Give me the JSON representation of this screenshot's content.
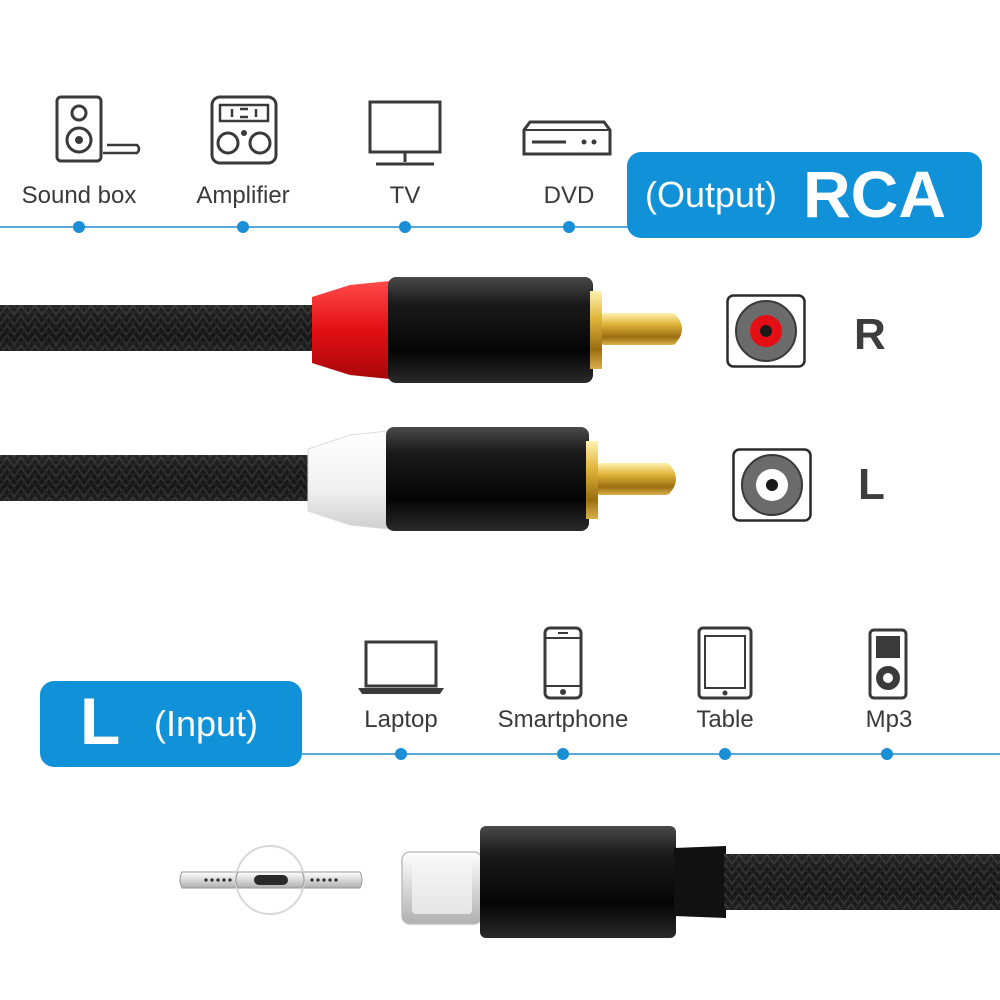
{
  "output_devices": [
    {
      "label": "Sound box",
      "icon": "speaker-icon"
    },
    {
      "label": "Amplifier",
      "icon": "amplifier-icon"
    },
    {
      "label": "TV",
      "icon": "tv-icon"
    },
    {
      "label": "DVD",
      "icon": "dvd-icon"
    }
  ],
  "output_badge": {
    "small": "(Output)",
    "big": "RCA"
  },
  "channels": [
    {
      "letter": "R",
      "plug_color": "#e30f14",
      "jack_ring_color": "#e30f14"
    },
    {
      "letter": "L",
      "plug_color": "#f4f4f4",
      "jack_ring_color": "#ffffff"
    }
  ],
  "input_badge": {
    "big": "L",
    "small": "(Input)"
  },
  "input_devices": [
    {
      "label": "Laptop",
      "icon": "laptop-icon"
    },
    {
      "label": "Smartphone",
      "icon": "smartphone-icon"
    },
    {
      "label": "Table",
      "icon": "tablet-icon"
    },
    {
      "label": "Mp3",
      "icon": "mp3-player-icon"
    }
  ],
  "colors": {
    "accent": "#1192d8",
    "timeline": "#5aa9d8",
    "cable": "#1c1c1c",
    "gold": "#d4a92b"
  }
}
